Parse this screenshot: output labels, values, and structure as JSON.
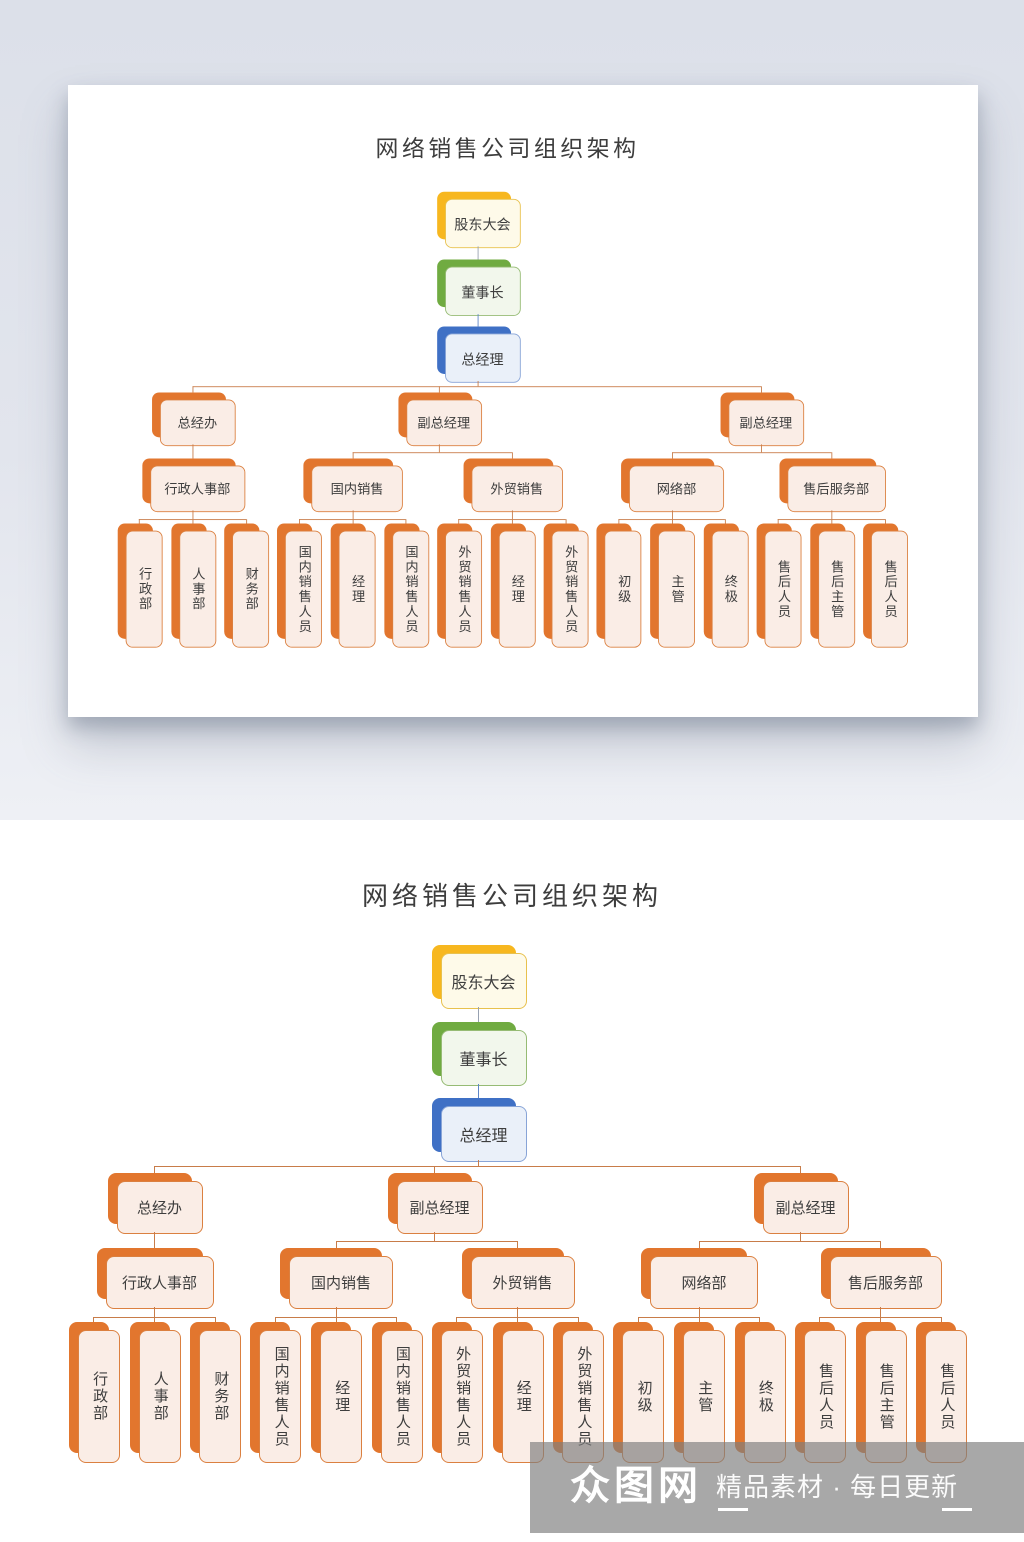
{
  "chart_title": "网络销售公司组织架构",
  "org": {
    "chain": [
      {
        "id": "shareholders-meeting",
        "label": "股东大会",
        "color": "yellow"
      },
      {
        "id": "chairman",
        "label": "董事长",
        "color": "green"
      },
      {
        "id": "general-manager",
        "label": "总经理",
        "color": "blue"
      }
    ],
    "branches": [
      {
        "label": "总经办",
        "departments": [
          {
            "label": "行政人事部",
            "staff": [
              "行政部",
              "人事部",
              "财务部"
            ]
          }
        ]
      },
      {
        "label": "副总经理",
        "departments": [
          {
            "label": "国内销售",
            "staff": [
              "国内销售人员",
              "经理",
              "国内销售人员"
            ]
          },
          {
            "label": "外贸销售",
            "staff": [
              "外贸销售人员",
              "经理",
              "外贸销售人员"
            ]
          }
        ]
      },
      {
        "label": "副总经理",
        "departments": [
          {
            "label": "网络部",
            "staff": [
              "初级",
              "主管",
              "终极"
            ]
          },
          {
            "label": "售后服务部",
            "staff": [
              "售后人员",
              "售后主管",
              "售后人员"
            ]
          }
        ]
      }
    ]
  },
  "watermark": {
    "logo": "众图网",
    "slogan": "精品素材 · 每日更新"
  },
  "colors": {
    "orange_solid": "#E2762E",
    "orange_fill": "#FAEDE6",
    "orange_border": "#DB8040",
    "yellow_solid": "#F7B71F",
    "green_solid": "#70AB41",
    "blue_solid": "#3F70C5",
    "connector_orange": "#C87C49",
    "connector_gray": "#97A1B1",
    "connector_blue": "#5E86C8",
    "backdrop": "#E2E5ED"
  }
}
